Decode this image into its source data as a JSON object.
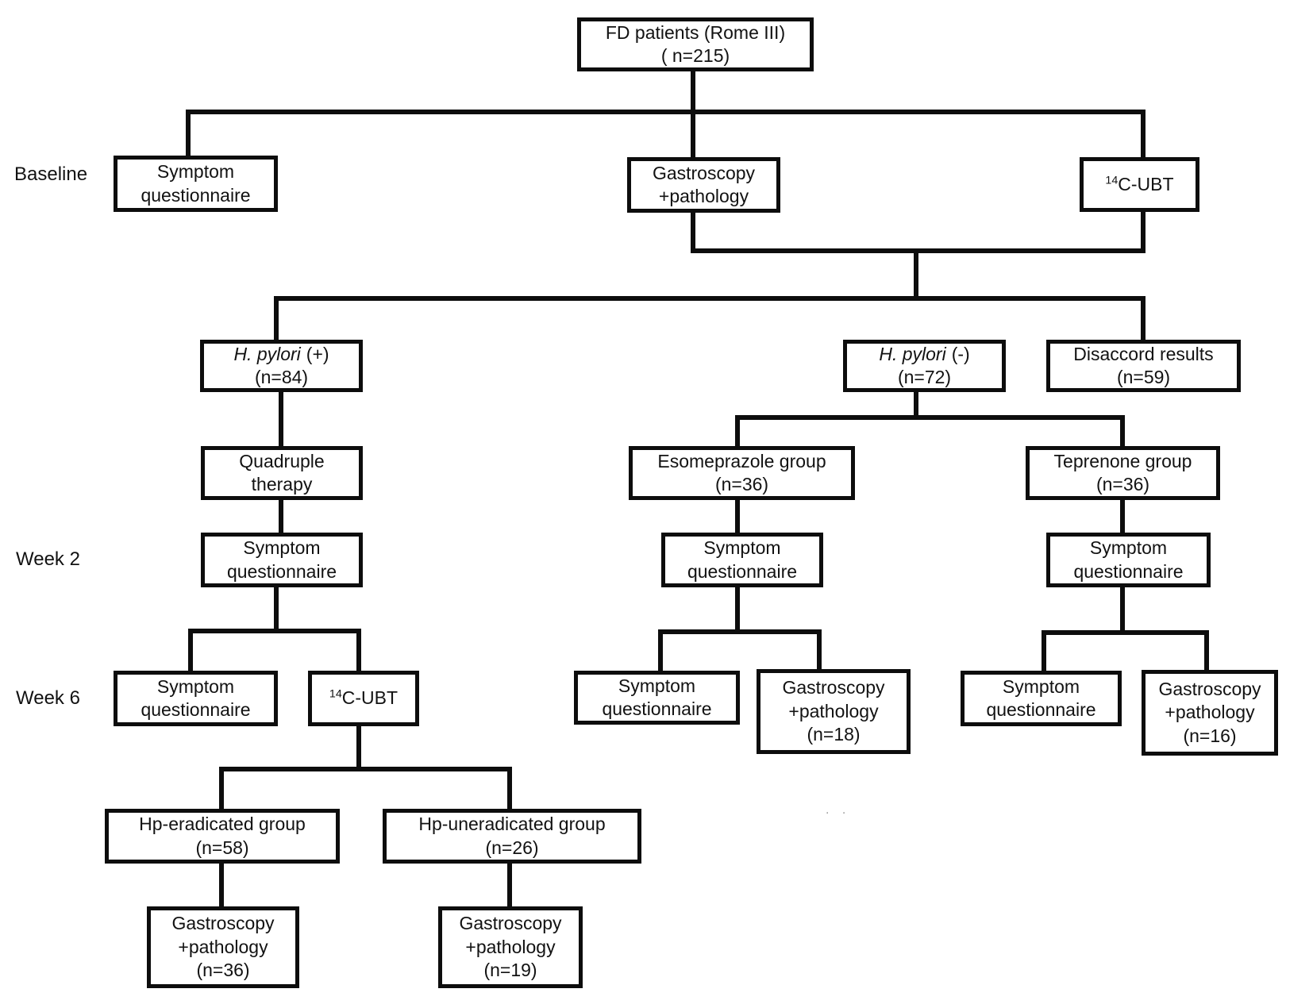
{
  "colors": {
    "line": "#0d0d0d",
    "background": "#ffffff",
    "text": "#121212"
  },
  "row_labels": {
    "baseline": "Baseline",
    "week2": "Week 2",
    "week6": "Week 6"
  },
  "nodes": {
    "fd": {
      "line1": "FD patients (Rome III)",
      "line2": "( n=215)"
    },
    "baseline_symptom": {
      "line1": "Symptom",
      "line2": "questionnaire"
    },
    "baseline_gastroscopy": {
      "line1": "Gastroscopy",
      "line2": "+pathology"
    },
    "baseline_ubt": {
      "sup": "14",
      "rest": "C-UBT"
    },
    "hp_positive": {
      "italic": "H. pylori",
      "rest": "(+)",
      "line2": "(n=84)"
    },
    "hp_negative": {
      "italic": "H. pylori",
      "rest": "(-)",
      "line2": "(n=72)"
    },
    "disaccord": {
      "line1": "Disaccord results",
      "line2": "(n=59)"
    },
    "quadruple": {
      "line1": "Quadruple",
      "line2": "therapy"
    },
    "esomeprazole": {
      "line1": "Esomeprazole group",
      "line2": "(n=36)"
    },
    "teprenone": {
      "line1": "Teprenone group",
      "line2": "(n=36)"
    },
    "week2_hp": {
      "line1": "Symptom",
      "line2": "questionnaire"
    },
    "week2_esome": {
      "line1": "Symptom",
      "line2": "questionnaire"
    },
    "week2_tepre": {
      "line1": "Symptom",
      "line2": "questionnaire"
    },
    "week6_hp_symptom": {
      "line1": "Symptom",
      "line2": "questionnaire"
    },
    "week6_hp_ubt": {
      "sup": "14",
      "rest": "C-UBT"
    },
    "week6_esome_symptom": {
      "line1": "Symptom",
      "line2": "questionnaire"
    },
    "week6_esome_gastroscopy": {
      "line1": "Gastroscopy",
      "line2": "+pathology",
      "line3": "(n=18)"
    },
    "week6_tepre_symptom": {
      "line1": "Symptom",
      "line2": "questionnaire"
    },
    "week6_tepre_gastroscopy": {
      "line1": "Gastroscopy",
      "line2": "+pathology",
      "line3": "(n=16)"
    },
    "hp_eradicated": {
      "line1": "Hp-eradicated group",
      "line2": "(n=58)"
    },
    "hp_uneradicated": {
      "line1": "Hp-uneradicated group",
      "line2": "(n=26)"
    },
    "gastro_eradicated": {
      "line1": "Gastroscopy",
      "line2": "+pathology",
      "line3": "(n=36)"
    },
    "gastro_uneradicated": {
      "line1": "Gastroscopy",
      "line2": "+pathology",
      "line3": "(n=19)"
    }
  },
  "artifact": {
    "dots": ". ."
  }
}
